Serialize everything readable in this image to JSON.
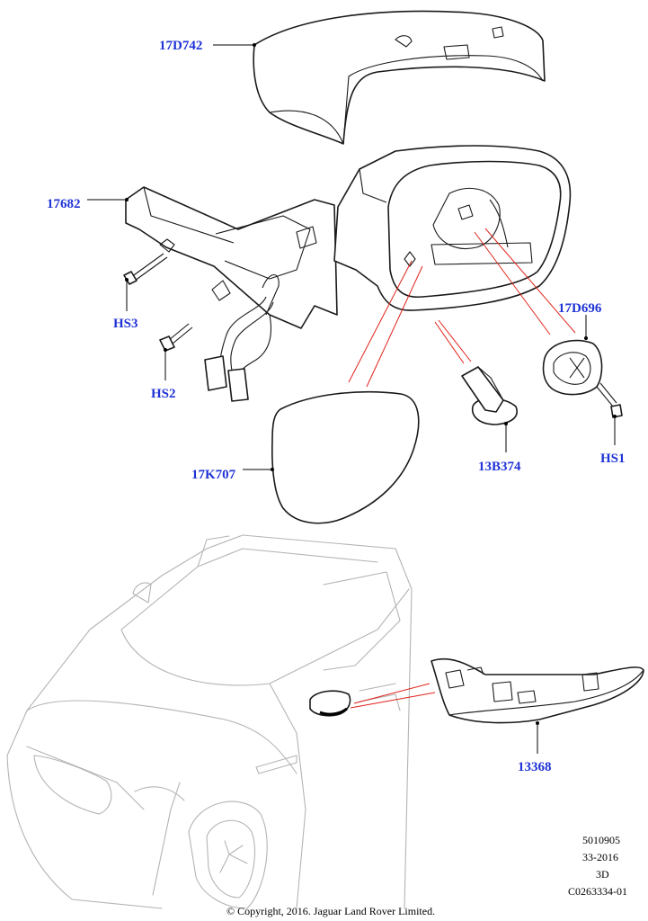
{
  "callouts": {
    "cap": "17D742",
    "bracket": "17682",
    "screw_hs3": "HS3",
    "screw_hs2": "HS2",
    "glass": "17K707",
    "clip": "13B374",
    "motor": "17D696",
    "screw_hs1": "HS1",
    "indicator": "13368"
  },
  "codes": {
    "line1": "5010905",
    "line2": "33-2016",
    "line3": "3D",
    "line4": "C0263334-01"
  },
  "copyright": "© Copyright, 2016. Jaguar Land Rover Limited.",
  "colors": {
    "callout_text": "#1f33d6",
    "highlight_lines": "#e0231b",
    "line_art": "#1a1a1a",
    "vehicle_outline": "#b4b4b4"
  }
}
